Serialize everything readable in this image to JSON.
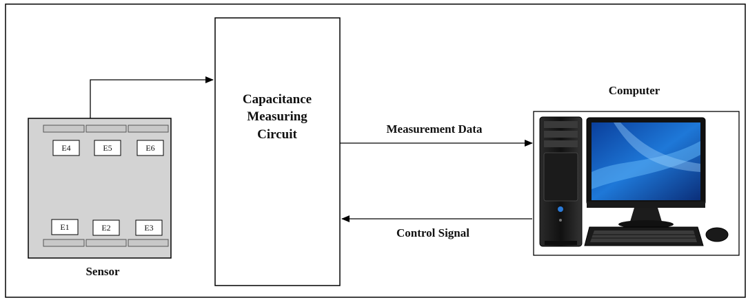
{
  "sensor": {
    "label": "Sensor",
    "electrodes_top": [
      "E4",
      "E5",
      "E6"
    ],
    "electrodes_bottom": [
      "E1",
      "E2",
      "E3"
    ]
  },
  "circuit": {
    "line1": "Capacitance",
    "line2": "Measuring",
    "line3": "Circuit"
  },
  "computer": {
    "label": "Computer"
  },
  "arrows": {
    "data_label": "Measurement Data",
    "control_label": "Control Signal"
  },
  "colors": {
    "sensor_fill": "#d3d3d3",
    "line": "#000000",
    "screen_blue": "#1e78d8"
  }
}
